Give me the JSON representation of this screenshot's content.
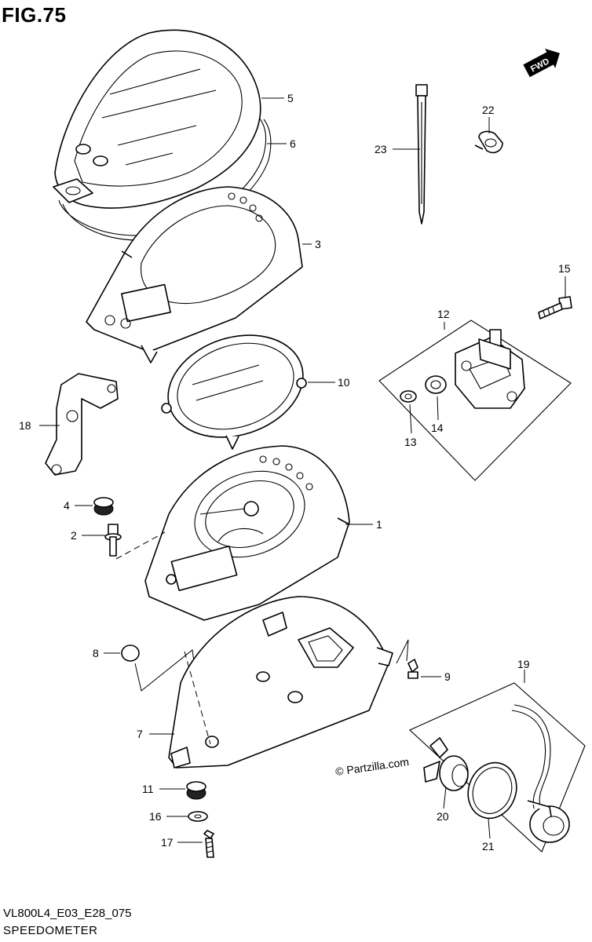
{
  "figure": {
    "title": "FIG.75",
    "code": "VL800L4_E03_E28_075",
    "name": "SPEEDOMETER"
  },
  "direction_badge": "FWD",
  "watermark": "© Partzilla.com",
  "part_numbers": {
    "p1": "1",
    "p2": "2",
    "p3": "3",
    "p4": "4",
    "p5": "5",
    "p6": "6",
    "p7": "7",
    "p8": "8",
    "p9": "9",
    "p10": "10",
    "p11": "11",
    "p12": "12",
    "p13": "13",
    "p14": "14",
    "p15": "15",
    "p16": "16",
    "p17": "17",
    "p18": "18",
    "p19": "19",
    "p20": "20",
    "p21": "21",
    "p22": "22",
    "p23": "23"
  }
}
